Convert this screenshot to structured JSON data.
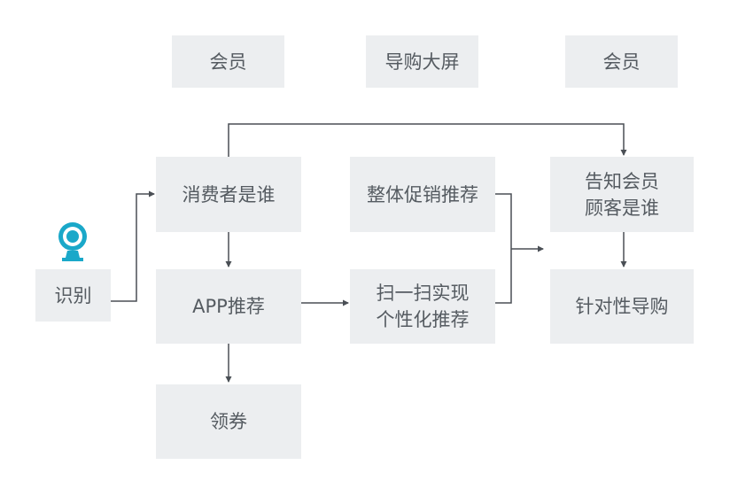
{
  "headers": {
    "left": "会员",
    "center": "导购大屏",
    "right": "会员"
  },
  "nodes": {
    "recognize": "识别",
    "who_consumer": "消费者是谁",
    "app_recommend": "APP推荐",
    "coupon": "领券",
    "overall_promo": "整体促销推荐",
    "scan_line1": "扫一扫实现",
    "scan_line2": "个性化推荐",
    "notify_line1": "告知会员",
    "notify_line2": "顾客是谁",
    "targeted_guide": "针对性导购"
  },
  "icons": {
    "camera": "webcam-icon"
  },
  "colors": {
    "box_fill": "#eceef0",
    "box_text": "#555b61",
    "connector": "#4a4f55",
    "camera_accent": "#1aa8c9"
  }
}
